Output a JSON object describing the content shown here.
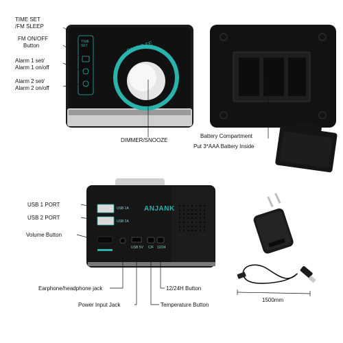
{
  "top_labels": {
    "time_set_line1": "TIME SET",
    "time_set_line2": "/FM SLEEP",
    "fm_line1": "FM ON/OFF",
    "fm_line2": "Button",
    "alarm1_line1": "Alarm 1 set/",
    "alarm1_line2": "Alarm 1 on/off",
    "alarm2_line1": "Alarm 2 set/",
    "alarm2_line2": "Alarm 2 on/off",
    "dimmer": "DIMMER/SNOOZE"
  },
  "device_top": {
    "snooze": "SNOOZE",
    "time_set_key_line1": "TIME",
    "time_set_key_line2": "SET"
  },
  "battery": {
    "compartment": "Battery Compartment",
    "instruction": "Put 3*AAA Battery Inside"
  },
  "rear_labels": {
    "usb1": "USB 1 PORT",
    "usb2": "USB 2 PORT",
    "volume": "Volume Button",
    "earphone": "Earphone/headphone jack",
    "power": "Power Input Jack",
    "h1224": "12/24H Button",
    "temperature": "Temperature Button"
  },
  "rear_device": {
    "brand": "ANJANK",
    "usb1_tag": "USB 1A",
    "usb2_tag": "USB 2A",
    "usb5v": "USB 5V",
    "cf": "C/F",
    "h1224_tag": "12/24"
  },
  "cable": {
    "length": "1500mm"
  },
  "colors": {
    "accent_teal": "#2ab3ad",
    "device_black": "#151515",
    "panel_gray": "#2a2a2a"
  }
}
